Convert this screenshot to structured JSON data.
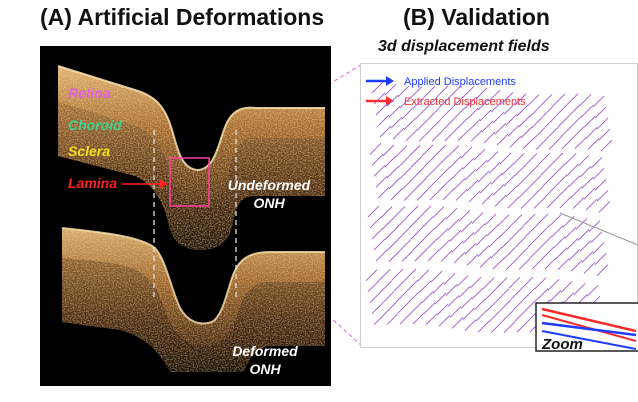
{
  "panel_a": {
    "title": "(A) Artificial Deformations",
    "labels": {
      "retina": "Retina",
      "choroid": "Choroid",
      "sclera": "Sclera",
      "lamina": "Lamina",
      "undeformed_1": "Undeformed",
      "undeformed_2": "ONH",
      "deformed_1": "Deformed",
      "deformed_2": "ONH"
    },
    "colors": {
      "retina": "#e060e0",
      "choroid": "#40d090",
      "sclera": "#f0e020",
      "lamina": "#ff2020",
      "roi_box": "#ff40a0"
    }
  },
  "panel_b": {
    "title": "(B) Validation",
    "subtitle": "3d displacement fields",
    "legend": [
      {
        "label": "Applied Displacements",
        "color": "#1f3cff"
      },
      {
        "label": "Extracted Displacements",
        "color": "#ff2b2b"
      }
    ],
    "zoom_label": "Zoom",
    "vector_color": "#9b59d0"
  }
}
